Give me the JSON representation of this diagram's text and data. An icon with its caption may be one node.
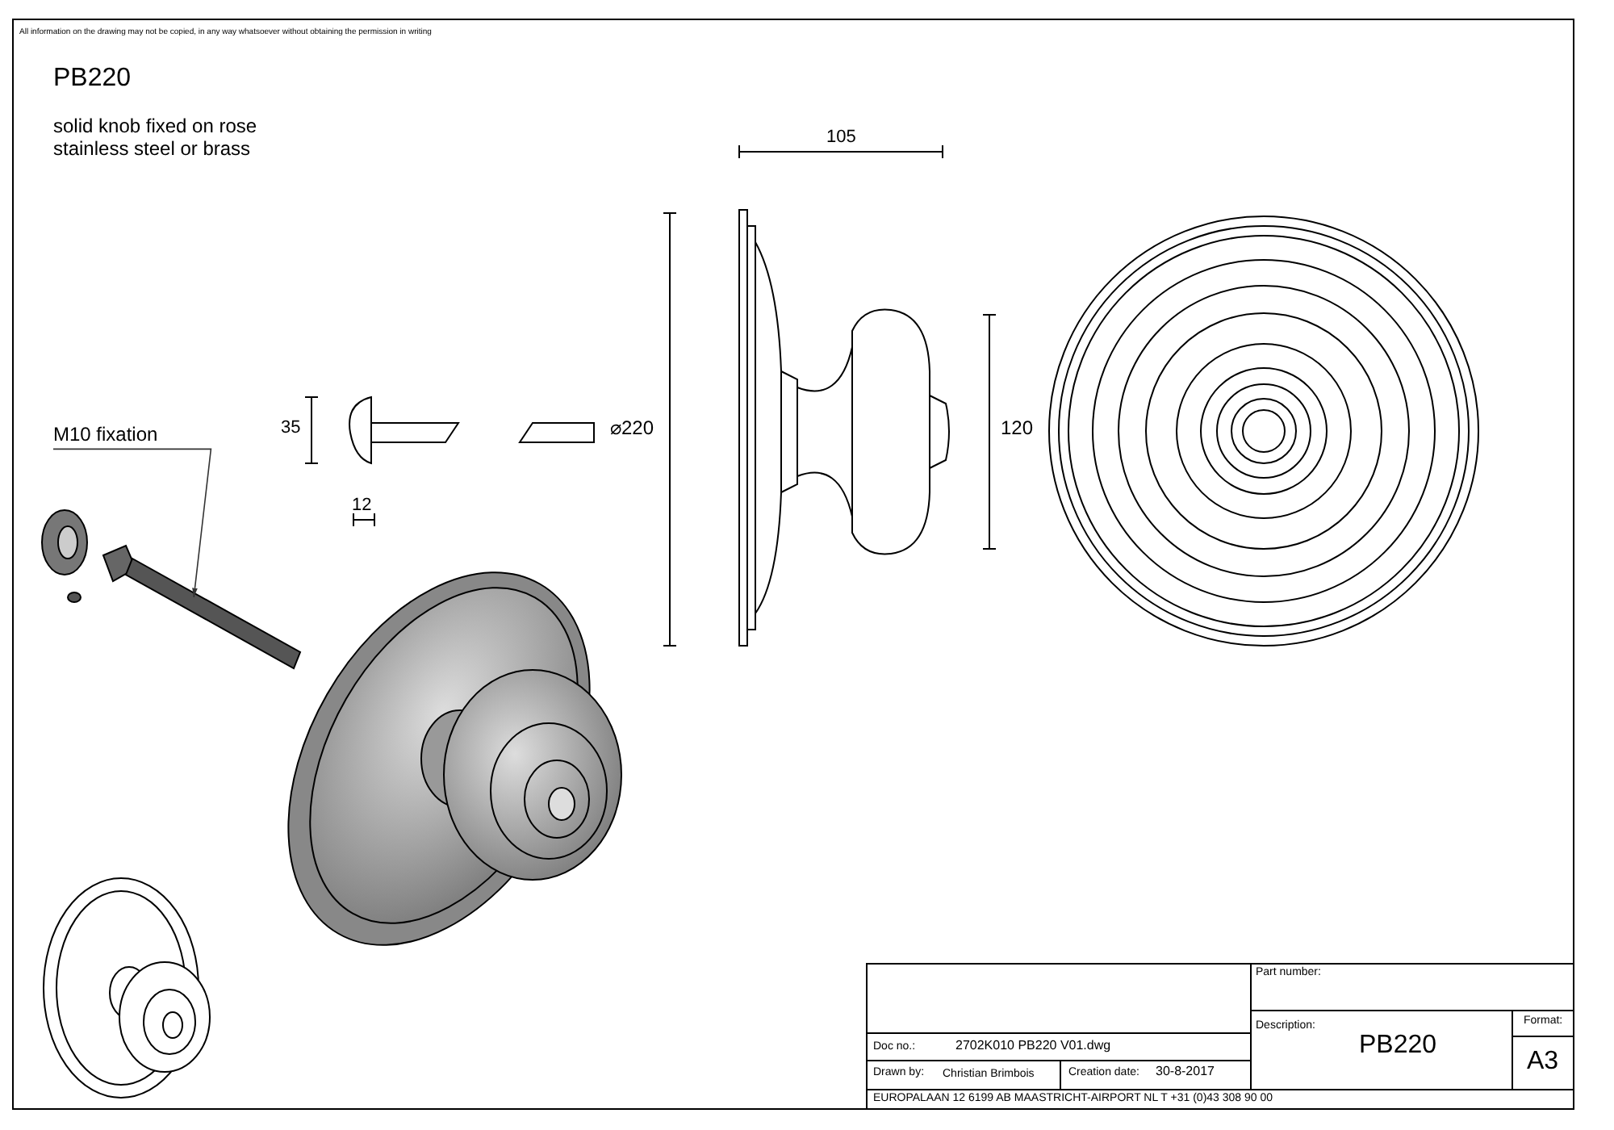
{
  "diagram": {
    "title": "PB220",
    "nodes": [
      {
        "text": [
          "M10 fixation"
        ]
      },
      {
        "text": [],
        "shape": "bar"
      }
    ],
    "edges": [
      {
        "from": 0,
        "to": 1,
        "arrow": "to"
      }
    ],
    "labels": [
      "All information on the drawing may not be copied, in any way whatsoever without obtaining the permission in writing",
      "solid knob fixed on rose",
      "stainless steel or brass",
      "105",
      "35",
      "12",
      "⌀220",
      "120",
      "Part number:",
      "Description:",
      "PB220",
      "Format:",
      "A3",
      "Doc no.:",
      "2702K010 PB220 V01.dwg",
      "Drawn by:",
      "Christian Brimbois",
      "Creation date:",
      "30-8-2017",
      "EUROPALAAN 12  6199 AB MAASTRICHT-AIRPORT NL  T +31 (0)43 308 90 00"
    ]
  }
}
